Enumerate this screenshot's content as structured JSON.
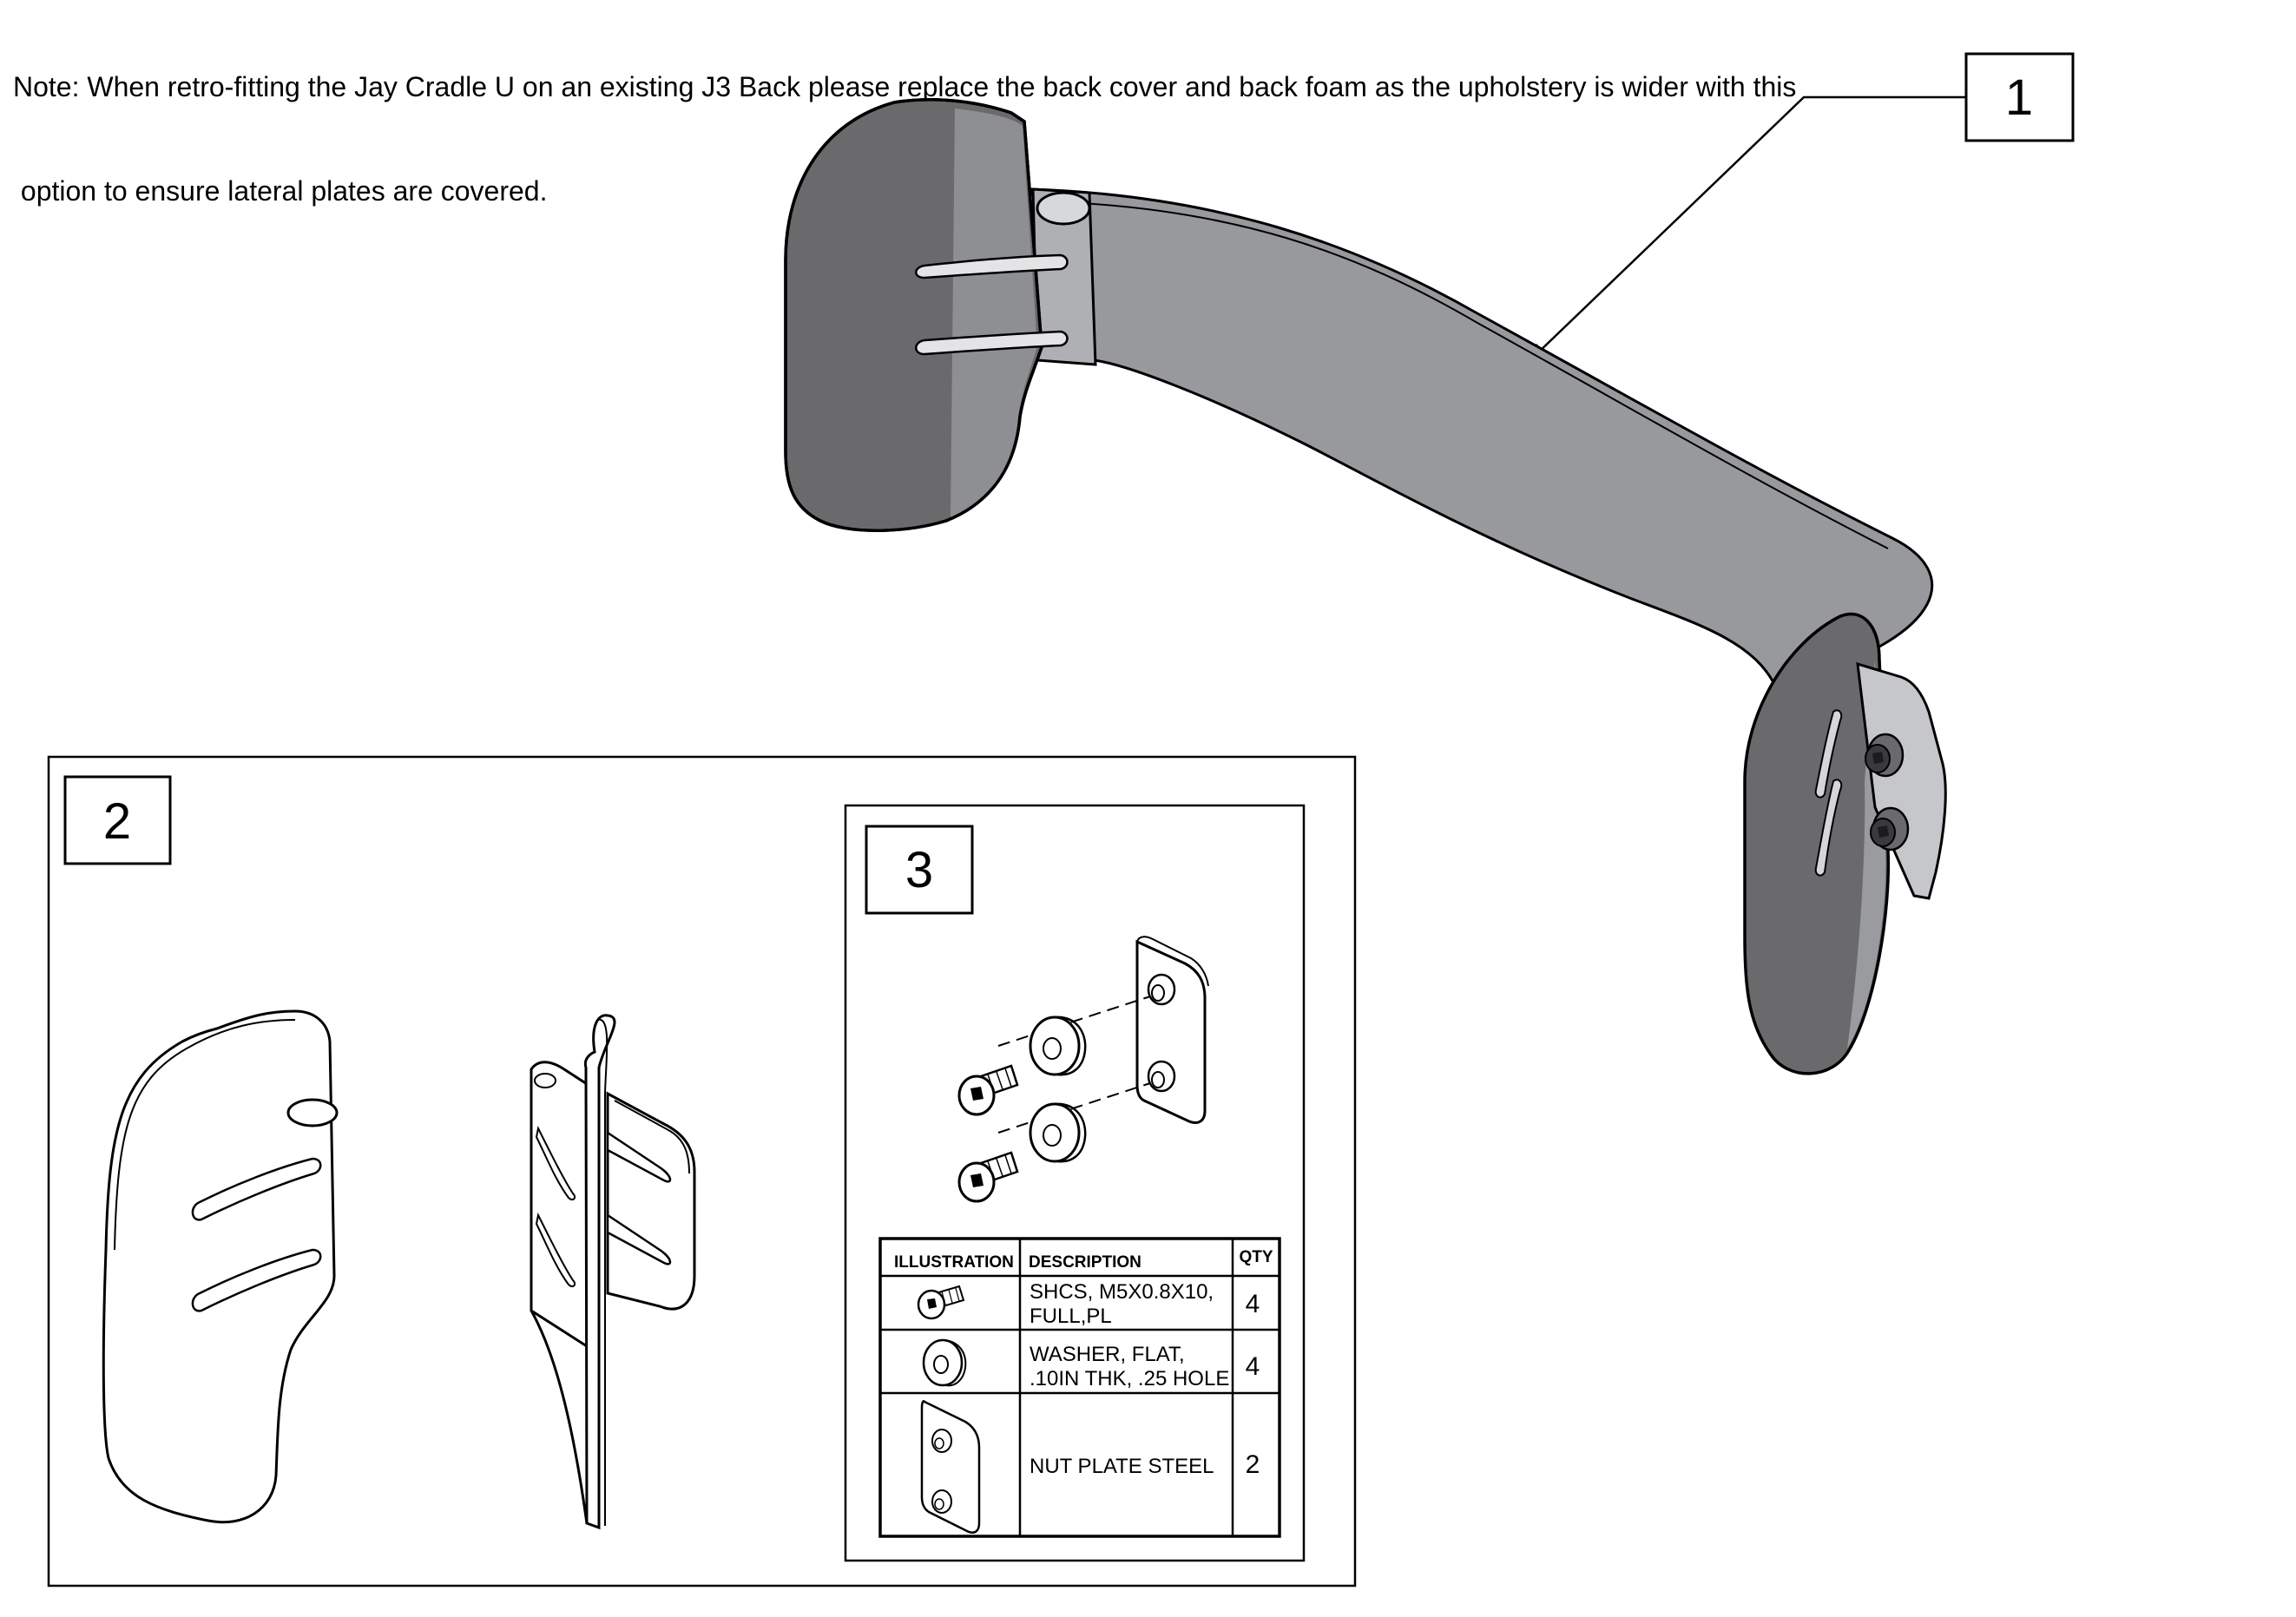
{
  "note": {
    "line1": "Note: When retro-fitting the Jay Cradle U on an existing J3 Back please replace the back cover and back foam as the upholstery is wider with this",
    "line2": " option to ensure lateral plates are covered."
  },
  "callouts": {
    "c1": "1",
    "c2": "2",
    "c3": "3"
  },
  "parts_table": {
    "headers": {
      "illustration": "ILLUSTRATION",
      "description": "DESCRIPTION",
      "qty": "QTY"
    },
    "rows": [
      {
        "icon": "socket-head-cap-screw-icon",
        "desc_line1": "SHCS, M5X0.8X10,",
        "desc_line2": "FULL,PL",
        "qty": "4"
      },
      {
        "icon": "flat-washer-icon",
        "desc_line1": "WASHER, FLAT,",
        "desc_line2": ".10IN THK, .25 HOLE",
        "qty": "4"
      },
      {
        "icon": "nut-plate-icon",
        "desc_line1": "NUT PLATE STEEL",
        "desc_line2": "",
        "qty": "2"
      }
    ]
  },
  "colors": {
    "pad_dark": "#6a6a6d",
    "pad_mid": "#8e8f93",
    "bar_gray": "#98999d",
    "line": "#000000"
  }
}
